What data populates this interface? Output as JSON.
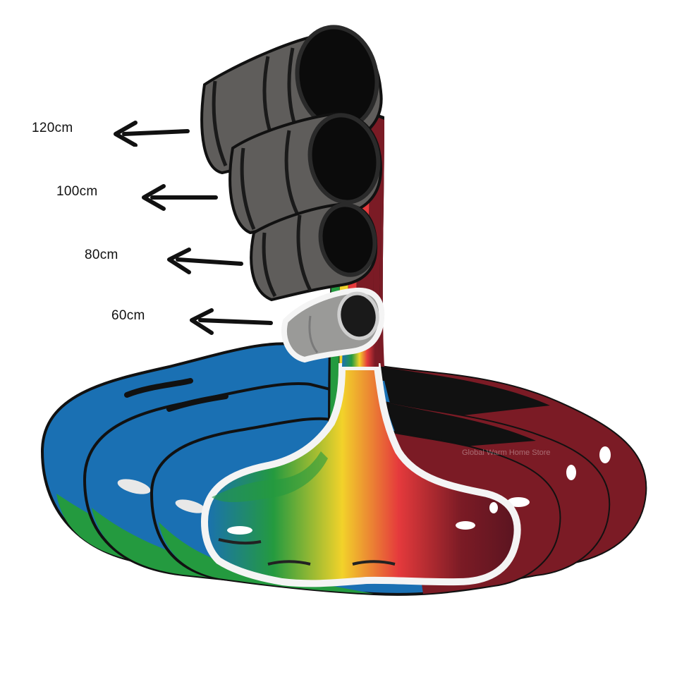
{
  "sizes": [
    {
      "label": "120cm"
    },
    {
      "label": "100cm"
    },
    {
      "label": "80cm"
    },
    {
      "label": "60cm"
    }
  ],
  "watermark": "Global Warm Home Store",
  "colors": {
    "bucket": "#5f5d5b",
    "bucket_rim_inside": "#0b0b0b",
    "blue": "#1a70b3",
    "green": "#249a3f",
    "yellow": "#f2d22a",
    "red": "#e53a3c",
    "maroon": "#7b1b25",
    "black": "#111111"
  }
}
